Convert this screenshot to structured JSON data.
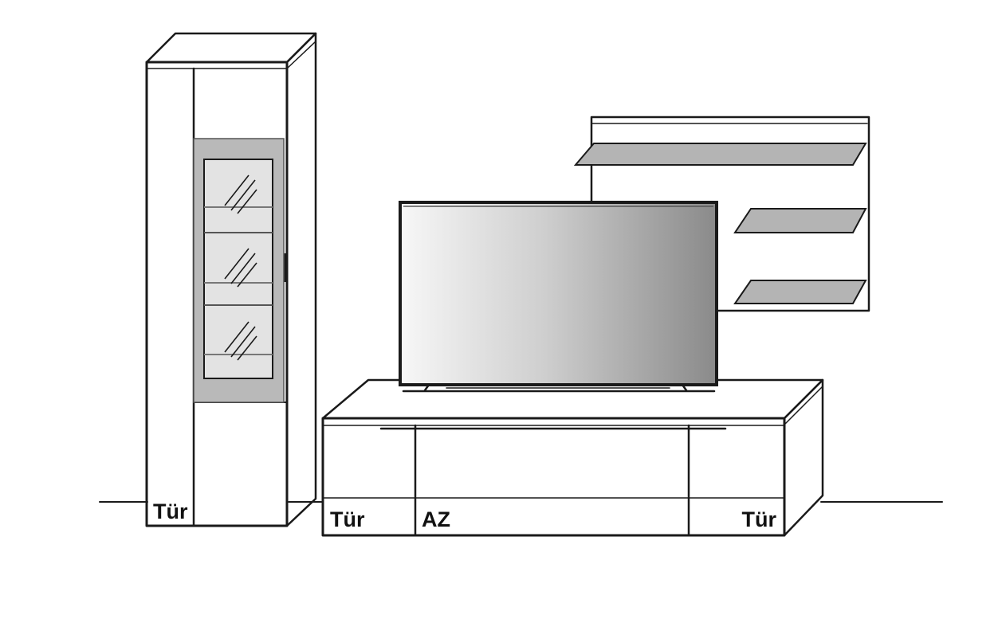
{
  "labels": {
    "tall_cabinet_door": "Tür",
    "lowboard_left_door": "Tür",
    "lowboard_flap": "AZ",
    "lowboard_right_door": "Tür"
  },
  "colors": {
    "ink": "#1a1a1a",
    "glass_frame": "#b9b9b9",
    "glass": "#e3e3e3",
    "shelf": "#b4b4b4",
    "screen_light": "#f7f7f7",
    "screen_dark": "#8a8a8a"
  }
}
